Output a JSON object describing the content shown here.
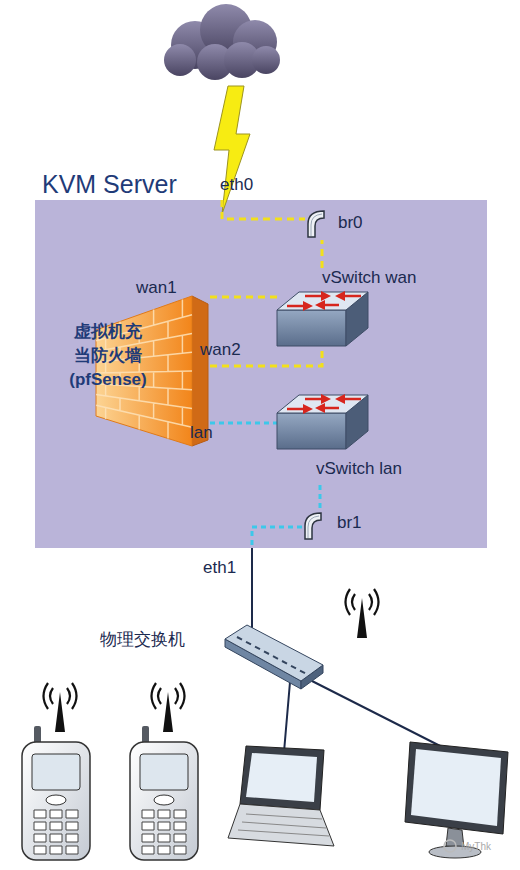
{
  "diagram": {
    "nodes": [
      {
        "text": [
          "KVM Server"
        ]
      },
      {
        "text": [
          "br0"
        ],
        "in": 0
      },
      {
        "text": [
          "vSwitch wan"
        ],
        "in": 0
      },
      {
        "text": [
          "虚拟机充 当防火墙 (pfSense)"
        ],
        "in": 0
      },
      {
        "text": [
          "vSwitch lan"
        ],
        "in": 0
      },
      {
        "text": [
          "br1"
        ],
        "in": 0
      },
      {
        "text": [
          "物理交换机"
        ]
      }
    ],
    "edges": [
      {
        "from": 3,
        "to": 2,
        "arrow": "none",
        "label": "wan1"
      },
      {
        "from": 3,
        "to": 2,
        "arrow": "none",
        "label": "wan2"
      },
      {
        "from": 3,
        "to": 4,
        "arrow": "none",
        "label": "lan"
      },
      {
        "from": 2,
        "to": 1,
        "arrow": "none"
      },
      {
        "from": 4,
        "to": 5,
        "arrow": "none"
      },
      {
        "from": 5,
        "to": 6,
        "arrow": "none",
        "label": "eth1"
      }
    ],
    "labels": [
      "eth0",
      "MyThk"
    ]
  }
}
